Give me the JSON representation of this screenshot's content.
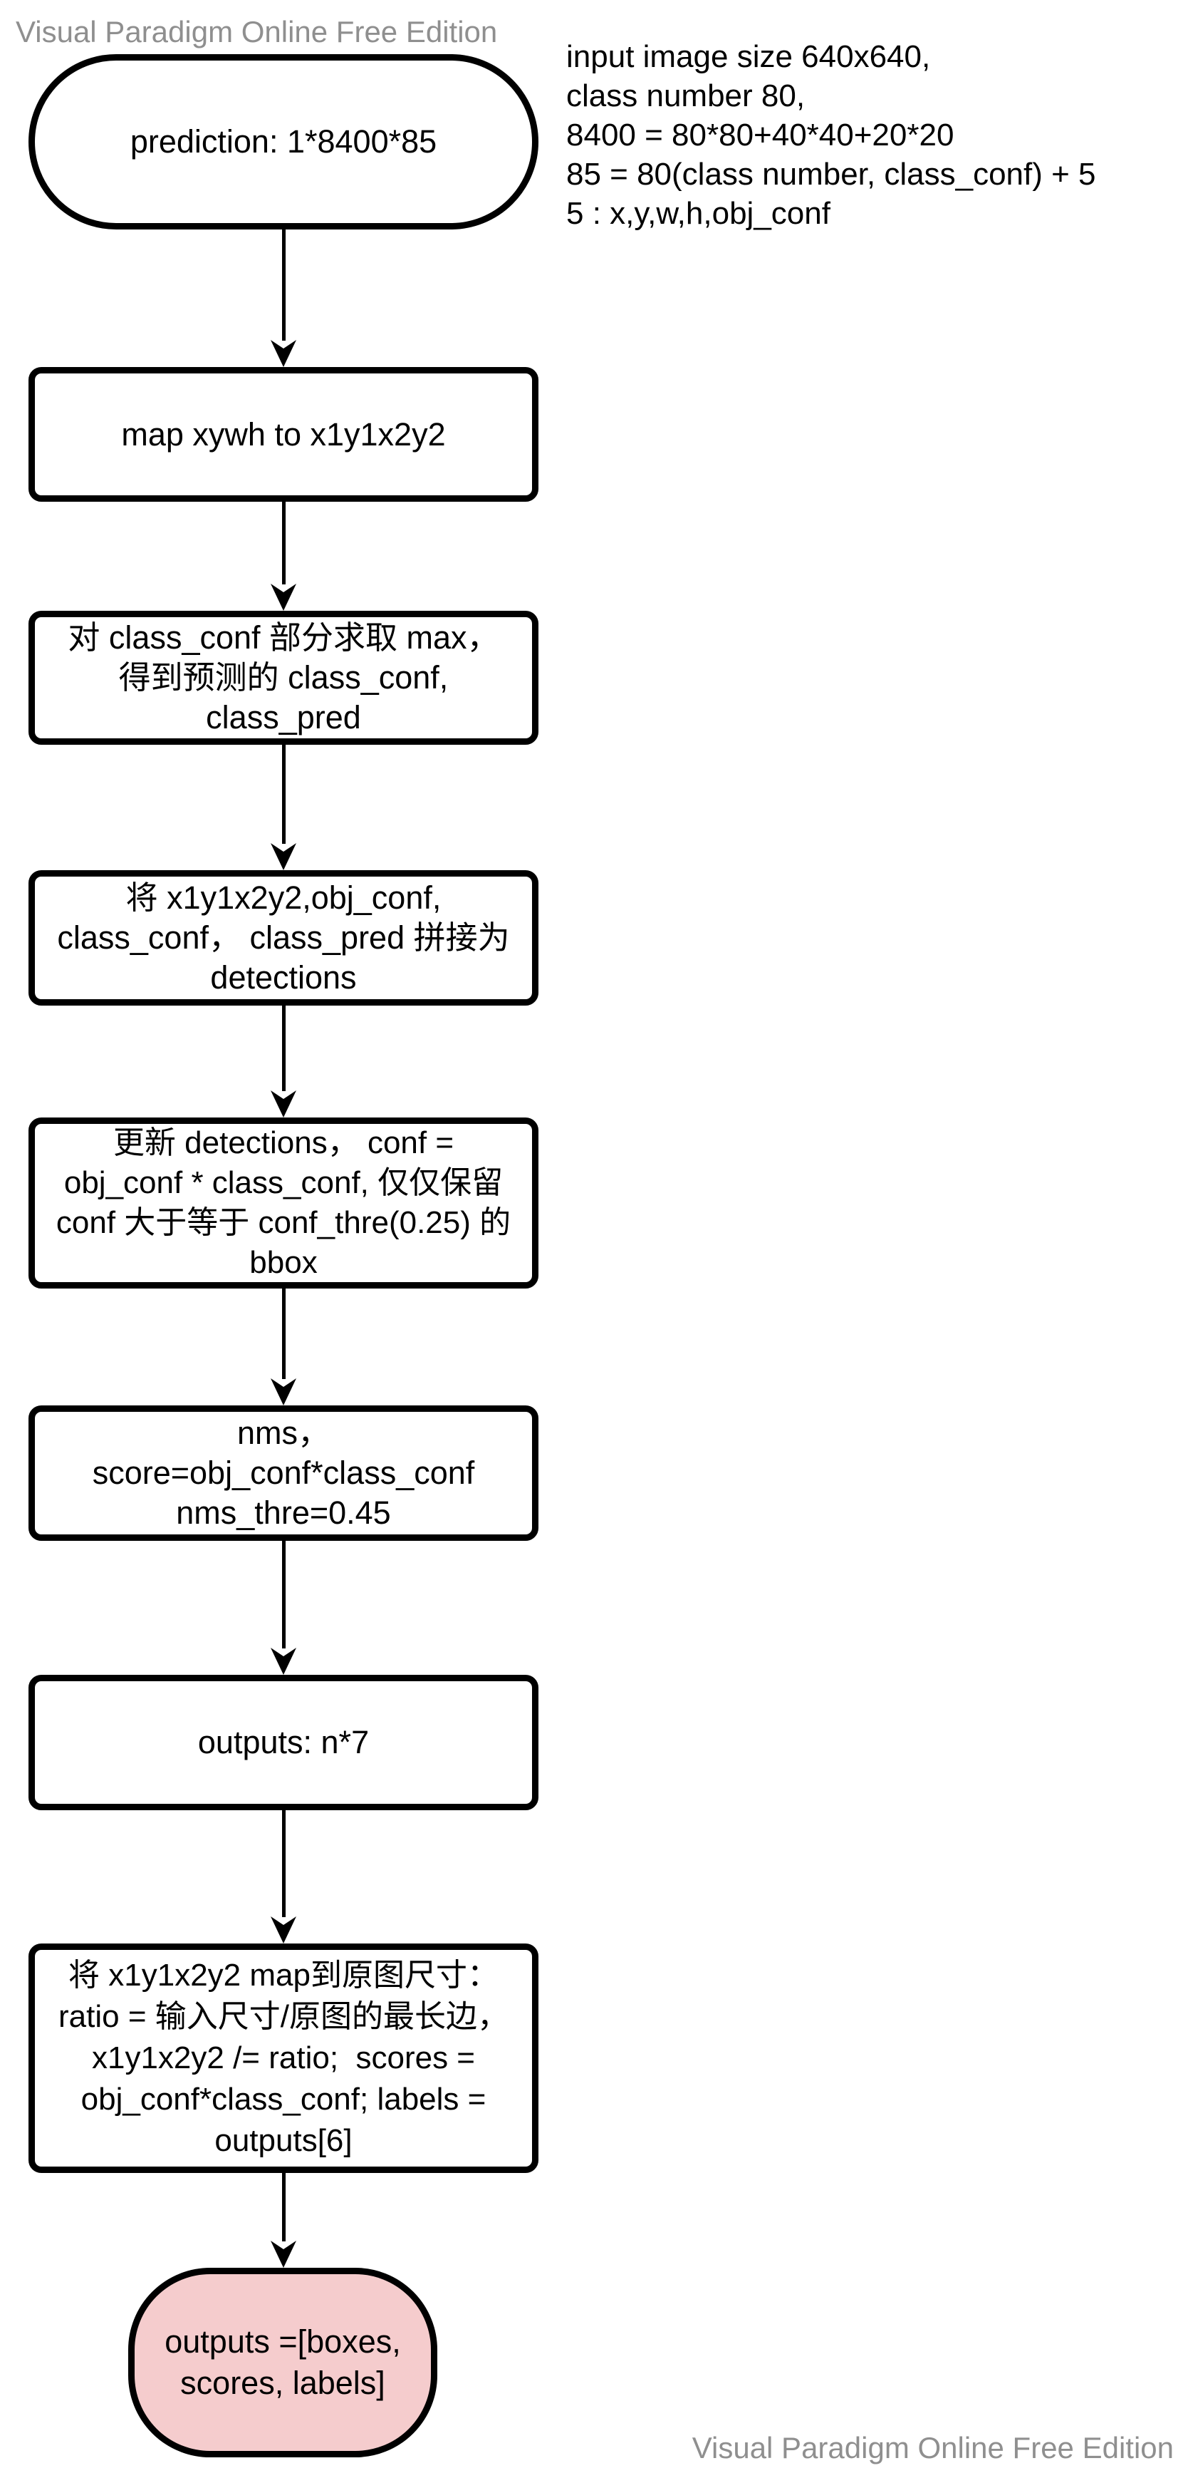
{
  "watermarks": {
    "top_left": "Visual Paradigm Online Free Edition",
    "bottom_right": "Visual Paradigm Online Free Edition"
  },
  "annotation": {
    "text": "input image size 640x640,\nclass number 80,\n8400 = 80*80+40*40+20*20\n85 = 80(class number, class_conf) + 5\n5 : x,y,w,h,obj_conf"
  },
  "flowchart": {
    "start_node": {
      "text": "prediction: 1*8400*85"
    },
    "process_nodes": [
      {
        "text": "map xywh to x1y1x2y2"
      },
      {
        "text": "对 class_conf 部分求取 max，\n得到预测的 class_conf,\nclass_pred"
      },
      {
        "text": "将 x1y1x2y2,obj_conf,\nclass_conf， class_pred 拼接为\ndetections"
      },
      {
        "text": "更新 detections， conf =\nobj_conf * class_conf, 仅仅保留\nconf 大于等于 conf_thre(0.25) 的\nbbox"
      },
      {
        "text": "nms，\nscore=obj_conf*class_conf\nnms_thre=0.45"
      },
      {
        "text": "outputs: n*7"
      },
      {
        "text": "将 x1y1x2y2 map到原图尺寸：\nratio = 输入尺寸/原图的最长边，\nx1y1x2y2 /= ratio;  scores =\nobj_conf*class_conf; labels =\noutputs[6]"
      }
    ],
    "end_node": {
      "text": "outputs =[boxes,\nscores, labels]"
    }
  },
  "colors": {
    "node_border": "#000000",
    "node_fill": "#ffffff",
    "end_node_fill": "#f5cccd",
    "watermark": "#8f8f8f",
    "text": "#000000"
  }
}
